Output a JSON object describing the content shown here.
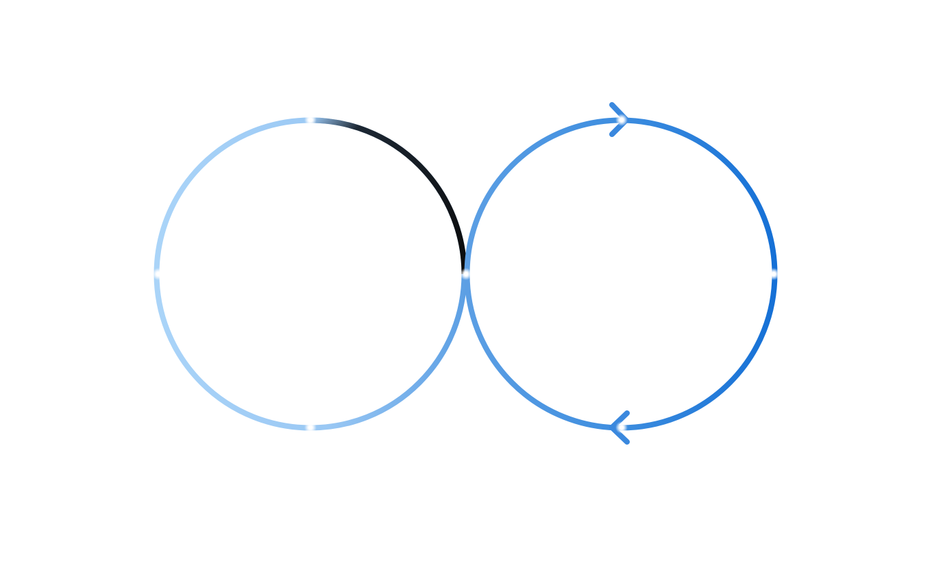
{
  "diagram": {
    "shape": "figure-eight",
    "loops": [
      {
        "name": "left-loop"
      },
      {
        "name": "right-loop"
      }
    ],
    "node_count": 7,
    "arrow_directions": [
      "right",
      "left"
    ],
    "colors": {
      "background": "#ffffff",
      "left_light": "#aad4f8",
      "left_mid": "#9ac8f4",
      "middle": "#5c9fe4",
      "right_mid": "#3d8ddf",
      "right_dark": "#1570d6",
      "dark_arc": "#0b0b0b",
      "arrow": "#3a88de",
      "node_fill": "#ffffff"
    }
  }
}
